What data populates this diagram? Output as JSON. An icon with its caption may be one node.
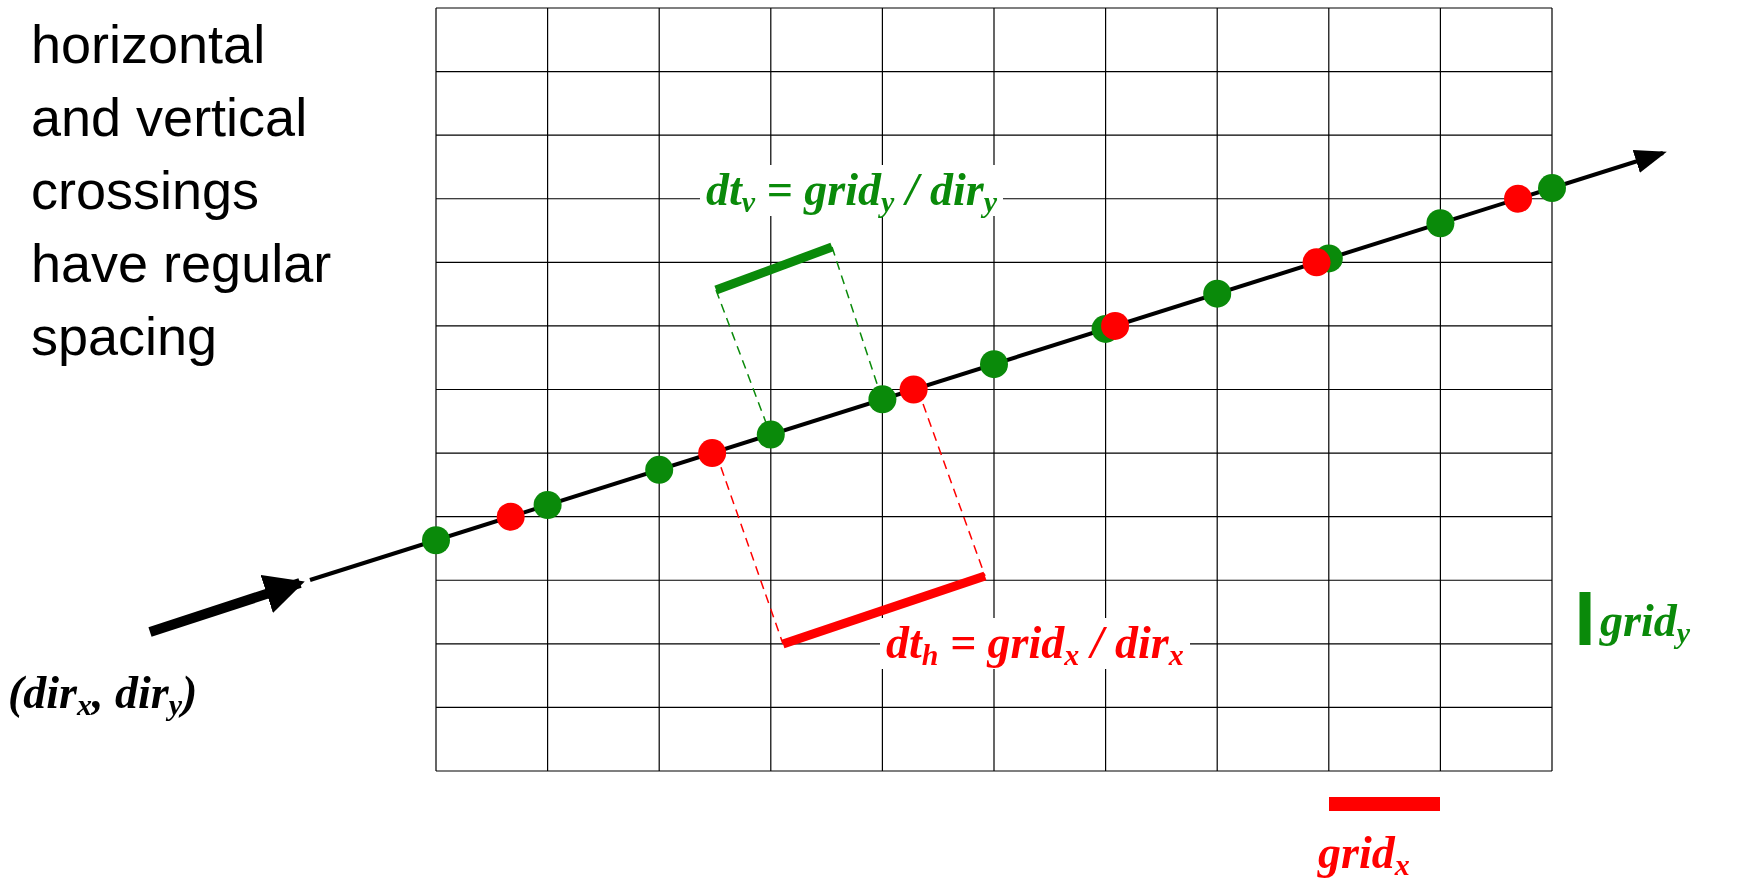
{
  "diagram": {
    "labels": [
      "horizontal and vertical crossings have regular spacing",
      "dt$_{v}$ = grid$_{y}$ / dir$_{y}$",
      "dt$_{h}$ = grid$_{x}$ / dir$_{x}$",
      "grid$_{y}$",
      "grid$_{x}$",
      "(dir$_{x}$, dir$_{y}$)"
    ]
  }
}
